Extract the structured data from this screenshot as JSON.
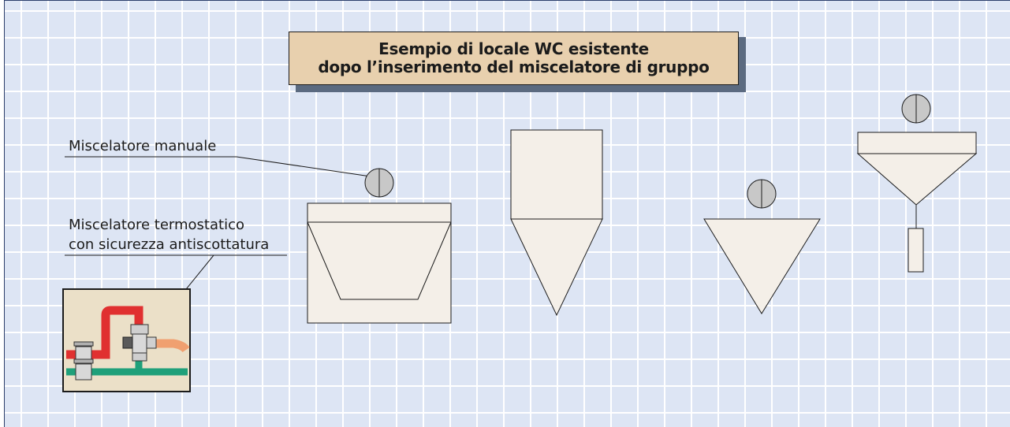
{
  "title": {
    "line1": "Esempio di locale WC esistente",
    "line2": "dopo l’inserimento del miscelatore di gruppo"
  },
  "labels": {
    "manual_mixer": "Miscelatore manuale",
    "thermostatic_line1": "Miscelatore termostatico",
    "thermostatic_line2": "con sicurezza antiscottatura"
  },
  "colors": {
    "grid_background": "#dde5f4",
    "title_background": "#e8d0ae",
    "fixture_fill": "#f4efe8",
    "mixer_fill": "#c8c8c8",
    "hot_pipe": "#e03030",
    "mixed_pipe": "#f0a070",
    "cold_pipe": "#1fa07a",
    "inset_background": "#ebe0c8"
  },
  "icons": [
    "manual-mixer-icon",
    "thermostatic-mixer-icon",
    "ball-valve-icon"
  ]
}
